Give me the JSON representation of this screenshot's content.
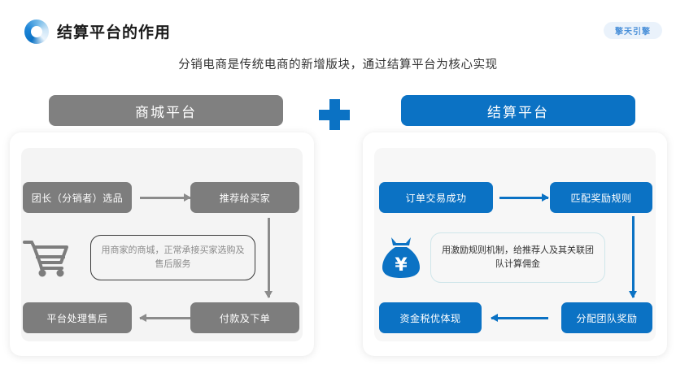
{
  "header": {
    "logo_name": "brand-ring-logo",
    "title": "结算平台的作用",
    "badge": "擎天引擎"
  },
  "subtitle": "分销电商是传统电商的新增版块，通过结算平台为核心实现",
  "plus_symbol": "+",
  "colors": {
    "blue": "#0b72c4",
    "gray": "#7d7d7d",
    "header_gray": "#808080",
    "panel_bg": "#f4f4f4",
    "badge_bg": "#eaf2fb",
    "badge_text": "#4a90d9"
  },
  "panels": [
    {
      "id": "mall-platform",
      "header": "商城平台",
      "header_color": "#808080",
      "boxes": [
        {
          "label": "团长（分销者）选品"
        },
        {
          "label": "推荐给买家"
        },
        {
          "label": "平台处理售后"
        },
        {
          "label": "付款及下单"
        }
      ],
      "note": "用商家的商城，正常承接买家选购及售后服务",
      "icon": "shopping-cart-icon",
      "arrows": [
        {
          "name": "arrow-top-right",
          "direction": "right"
        },
        {
          "name": "arrow-side-down",
          "direction": "down"
        },
        {
          "name": "arrow-bottom-left",
          "direction": "left"
        }
      ]
    },
    {
      "id": "settlement-platform",
      "header": "结算平台",
      "header_color": "#0b72c4",
      "boxes": [
        {
          "label": "订单交易成功"
        },
        {
          "label": "匹配奖励规则"
        },
        {
          "label": "资金税优体现"
        },
        {
          "label": "分配团队奖励"
        }
      ],
      "note": "用激励规则机制，给推荐人及其关联团队计算佣金",
      "icon": "money-bag-icon",
      "icon_symbol": "¥",
      "arrows": [
        {
          "name": "arrow-top-right",
          "direction": "right"
        },
        {
          "name": "arrow-side-down",
          "direction": "down"
        },
        {
          "name": "arrow-bottom-left",
          "direction": "left"
        }
      ]
    }
  ]
}
